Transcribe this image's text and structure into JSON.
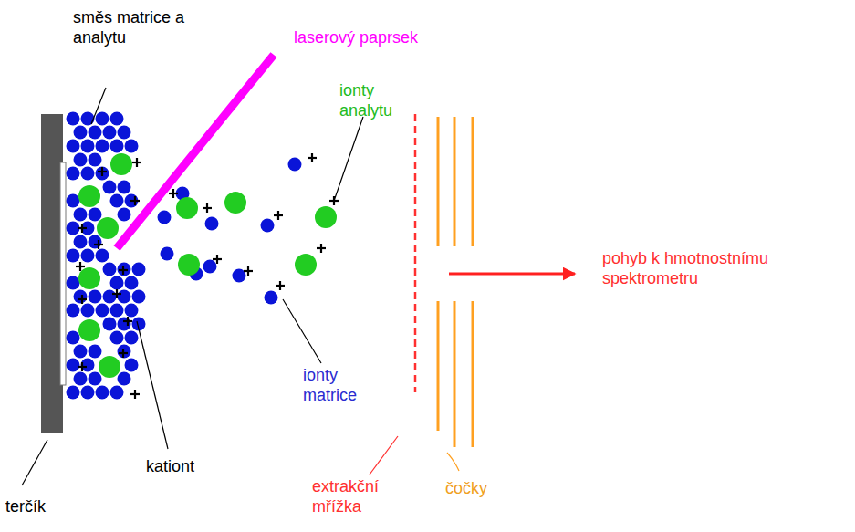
{
  "diagram": {
    "labels": [
      "směs matrice a analytu",
      "laserový paprsek",
      "ionty analytu",
      "ionty matrice",
      "kationt",
      "terčík",
      "extrakční mřížka",
      "čočky",
      "pohyb k hmotnostnímu spektrometru"
    ]
  }
}
